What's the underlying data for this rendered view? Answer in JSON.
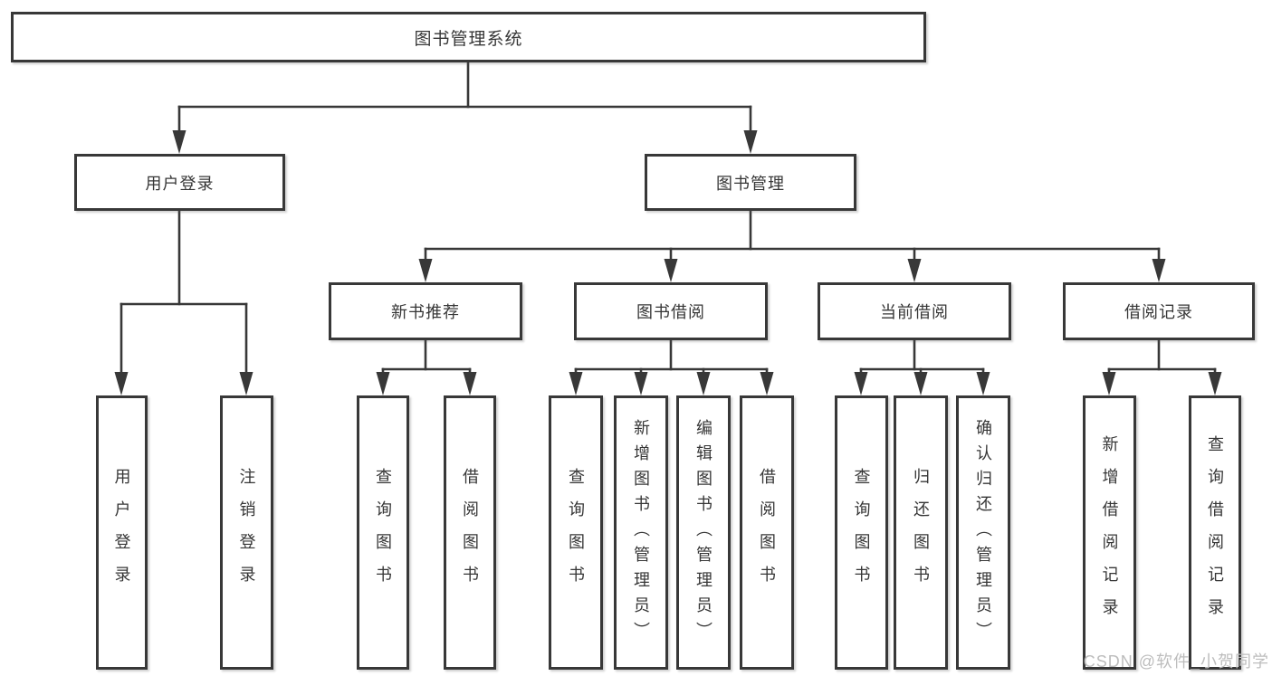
{
  "tree": {
    "root": "图书管理系统",
    "branches": [
      {
        "label": "用户登录",
        "leaves": [
          "用户登录",
          "注销登录"
        ]
      },
      {
        "label": "图书管理",
        "groups": [
          {
            "label": "新书推荐",
            "leaves": [
              "查询图书",
              "借阅图书"
            ]
          },
          {
            "label": "图书借阅",
            "leaves": [
              "查询图书",
              "新增图书（管理员）",
              "编辑图书（管理员）",
              "借阅图书"
            ]
          },
          {
            "label": "当前借阅",
            "leaves": [
              "查询图书",
              "归还图书",
              "确认归还（管理员）"
            ]
          },
          {
            "label": "借阅记录",
            "leaves": [
              "新增借阅记录",
              "查询借阅记录"
            ]
          }
        ]
      }
    ]
  },
  "watermark": {
    "text": "CSDN @软件_小贺同学",
    "color": "#bdbdbd"
  },
  "colors": {
    "background": "#ffffff",
    "line": "#383838",
    "box_border": "#383838",
    "box_fill": "#ffffff",
    "text": "#363636"
  }
}
